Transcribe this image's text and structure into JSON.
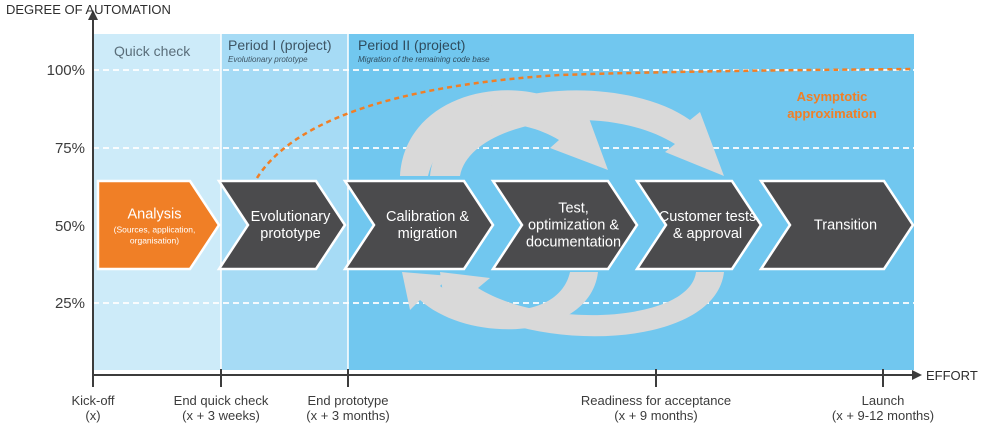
{
  "axes": {
    "y_title": "DEGREE OF AUTOMATION",
    "x_title": "EFFORT",
    "y_ticks": [
      "100%",
      "75%",
      "50%",
      "25%"
    ]
  },
  "phases": [
    {
      "title": "Quick check",
      "subtitle": ""
    },
    {
      "title": "Period I (project)",
      "subtitle": "Evolutionary prototype"
    },
    {
      "title": "Period II (project)",
      "subtitle": "Migration of the remaining code base"
    }
  ],
  "curve_label": [
    "Asymptotic",
    "approximation"
  ],
  "steps": [
    {
      "lines": [
        "Analysis"
      ],
      "sub": [
        "(Sources, application,",
        "organisation)"
      ],
      "highlight": true
    },
    {
      "lines": [
        "Evolutionary",
        "prototype"
      ],
      "sub": [],
      "highlight": false
    },
    {
      "lines": [
        "Calibration &",
        "migration"
      ],
      "sub": [],
      "highlight": false
    },
    {
      "lines": [
        "Test,",
        "optimization &",
        "documentation"
      ],
      "sub": [],
      "highlight": false
    },
    {
      "lines": [
        "Customer tests",
        "& approval"
      ],
      "sub": [],
      "highlight": false
    },
    {
      "lines": [
        "Transition"
      ],
      "sub": [],
      "highlight": false
    }
  ],
  "milestones": [
    {
      "lines": [
        "Kick-off",
        "(x)"
      ]
    },
    {
      "lines": [
        "End quick check",
        "(x + 3 weeks)"
      ]
    },
    {
      "lines": [
        "End prototype",
        "(x + 3 months)"
      ]
    },
    {
      "lines": [
        "Readiness for acceptance",
        "(x + 9 months)"
      ]
    },
    {
      "lines": [
        "Launch",
        "(x + 9-12 months)"
      ]
    }
  ],
  "colors": {
    "accent": "#f07f26",
    "step": "#4b4b4d",
    "quick_check_bg": "#cdebf9",
    "period1_bg": "#a6dbf5",
    "period2_bg": "#71c7ef",
    "grid": "#ffffff",
    "cycle_arrows": "#d9d9d9",
    "axis": "#3c3c3c"
  }
}
